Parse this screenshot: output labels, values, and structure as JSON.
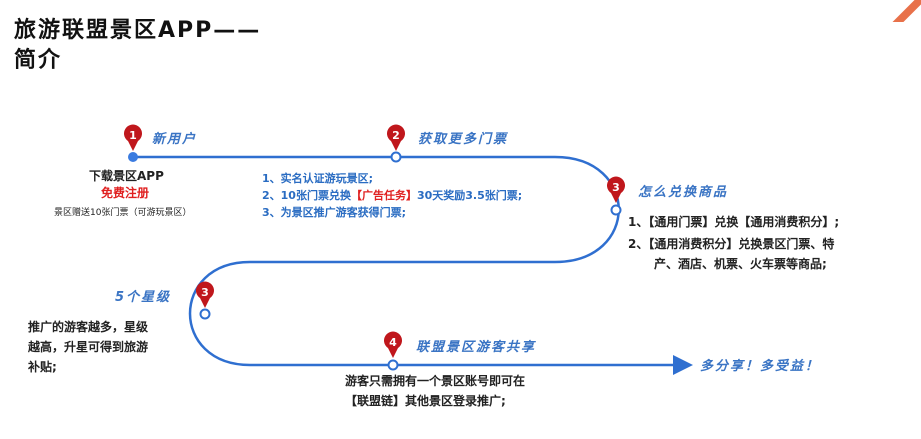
{
  "title": {
    "line1": "旅游联盟景区APP——",
    "line2": "简介"
  },
  "steps": [
    {
      "num": "1",
      "label": "新用户"
    },
    {
      "num": "2",
      "label": "获取更多门票"
    },
    {
      "num": "3",
      "label": "怎么兑换商品"
    },
    {
      "num": "3",
      "label": "5个星级"
    },
    {
      "num": "4",
      "label": "联盟景区游客共享"
    }
  ],
  "new_user": {
    "line1": "下载景区APP",
    "line2": "免费注册",
    "line3": "景区赠送10张门票（可游玩景区）"
  },
  "more_tickets": {
    "l1": "1、实名认证游玩景区;",
    "l2a": "2、10张门票兑换",
    "l2b": "【广告任务】",
    "l2c": "30天奖励3.5张门票;",
    "l3": "3、为景区推广游客获得门票;"
  },
  "exchange": {
    "l1": "1、【通用门票】兑换【通用消费积分】;",
    "l2": "2、【通用消费积分】兑换景区门票、特",
    "l3": "产、酒店、机票、火车票等商品;"
  },
  "stars": {
    "l1": "推广的游客越多，星级",
    "l2": "越高，升星可得到旅游",
    "l3": "补贴;"
  },
  "share": {
    "l1": "游客只需拥有一个景区账号即可在",
    "l2": "【联盟链】其他景区登录推广;"
  },
  "final": "多分享！多受益！",
  "colors": {
    "line": "#2f6fd0",
    "pin": "#c0171c",
    "label": "#3a74c4",
    "accent": "#e02020",
    "corner": "#e8714a"
  }
}
